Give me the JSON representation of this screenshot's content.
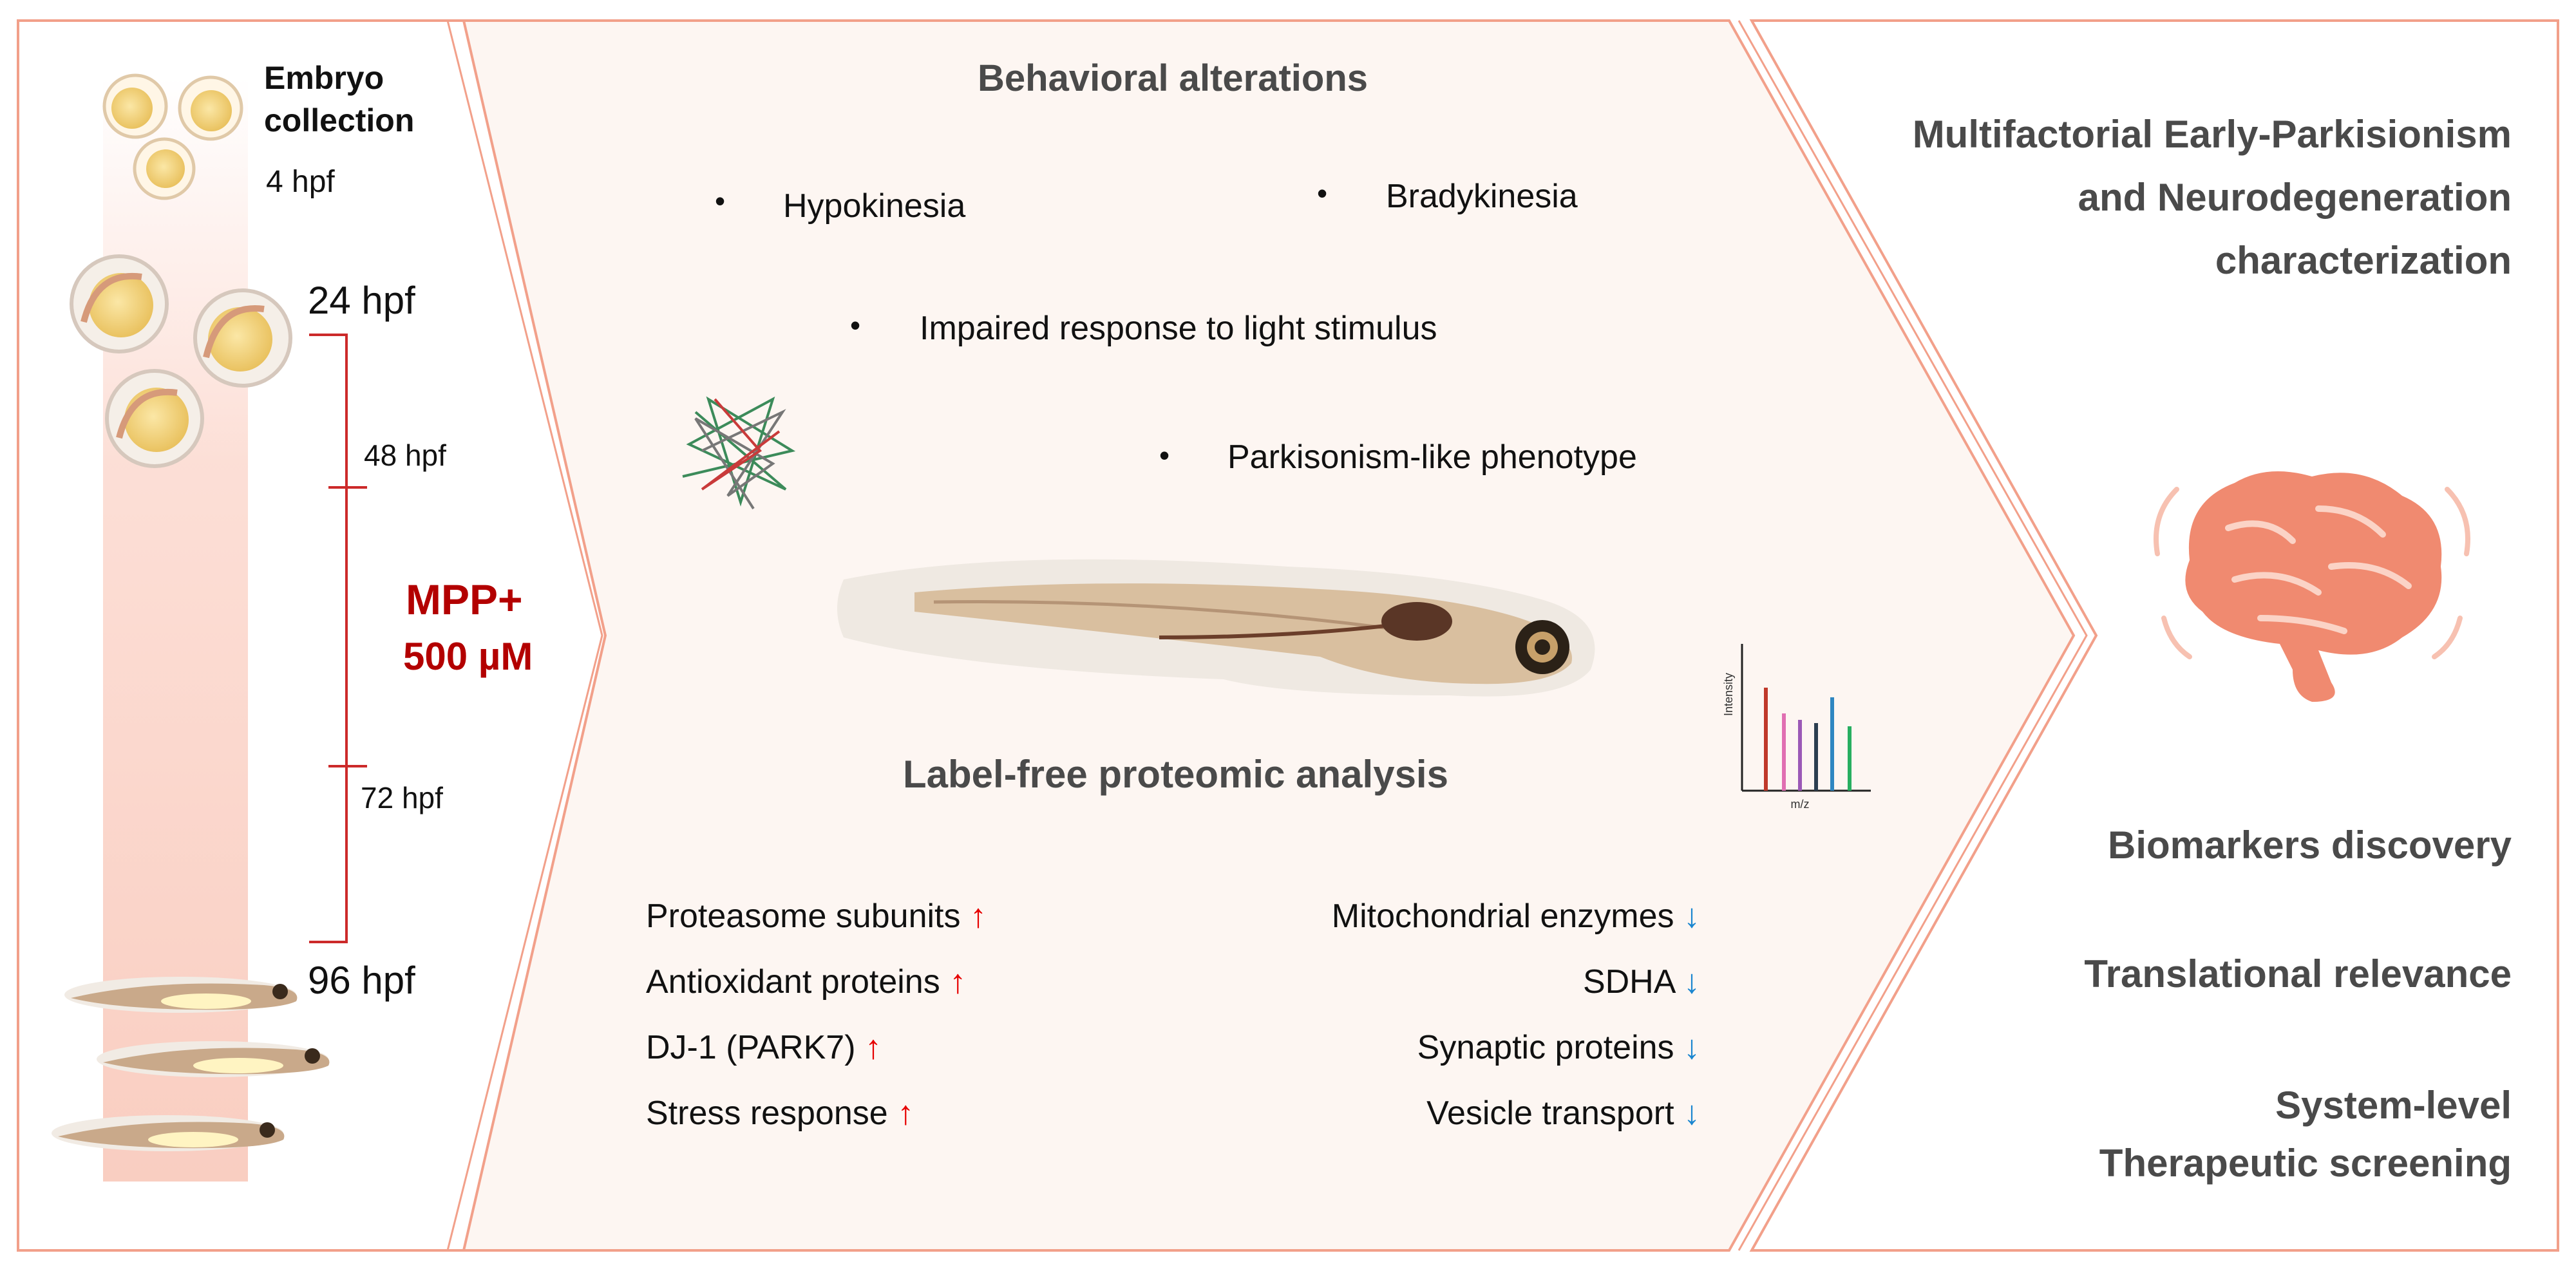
{
  "timeline": {
    "embryo_collection": "Embryo collection",
    "t4": "4 hpf",
    "t24": "24 hpf",
    "t48": "48 hpf",
    "t72": "72 hpf",
    "t96": "96 hpf",
    "treatment_name": "MPP+",
    "treatment_conc": "500 µM"
  },
  "behavioral": {
    "title": "Behavioral alterations",
    "items": [
      "Hypokinesia",
      "Bradykinesia",
      "Impaired response to light stimulus",
      "Parkisonism-like phenotype"
    ]
  },
  "proteomic": {
    "title": "Label-free proteomic analysis",
    "up_arrow": "↑",
    "down_arrow": "↓",
    "up": [
      "Proteasome subunits",
      "Antioxidant proteins",
      "DJ-1 (PARK7)",
      "Stress response"
    ],
    "down": [
      "Mitochondrial enzymes",
      "SDHA",
      "Synaptic proteins",
      "Vesicle transport"
    ],
    "spectrum_ylabel": "Intensity",
    "spectrum_xlabel": "m/z"
  },
  "outcomes": {
    "title_lines": [
      "Multifactorial Early-Parkisionism",
      "and Neurodegeneration",
      "characterization"
    ],
    "biomarkers": "Biomarkers discovery",
    "translational": "Translational relevance",
    "system_lines": [
      "System-level",
      "Therapeutic screening"
    ]
  },
  "colors": {
    "panel_border": "#f2a08a",
    "panel_fill": "#fdf6f2",
    "column_band": "#f9c8bb",
    "red_text": "#b30000",
    "up_arrow": "#e60000",
    "down_arrow": "#1a86d0",
    "brain": "#f08a70"
  }
}
